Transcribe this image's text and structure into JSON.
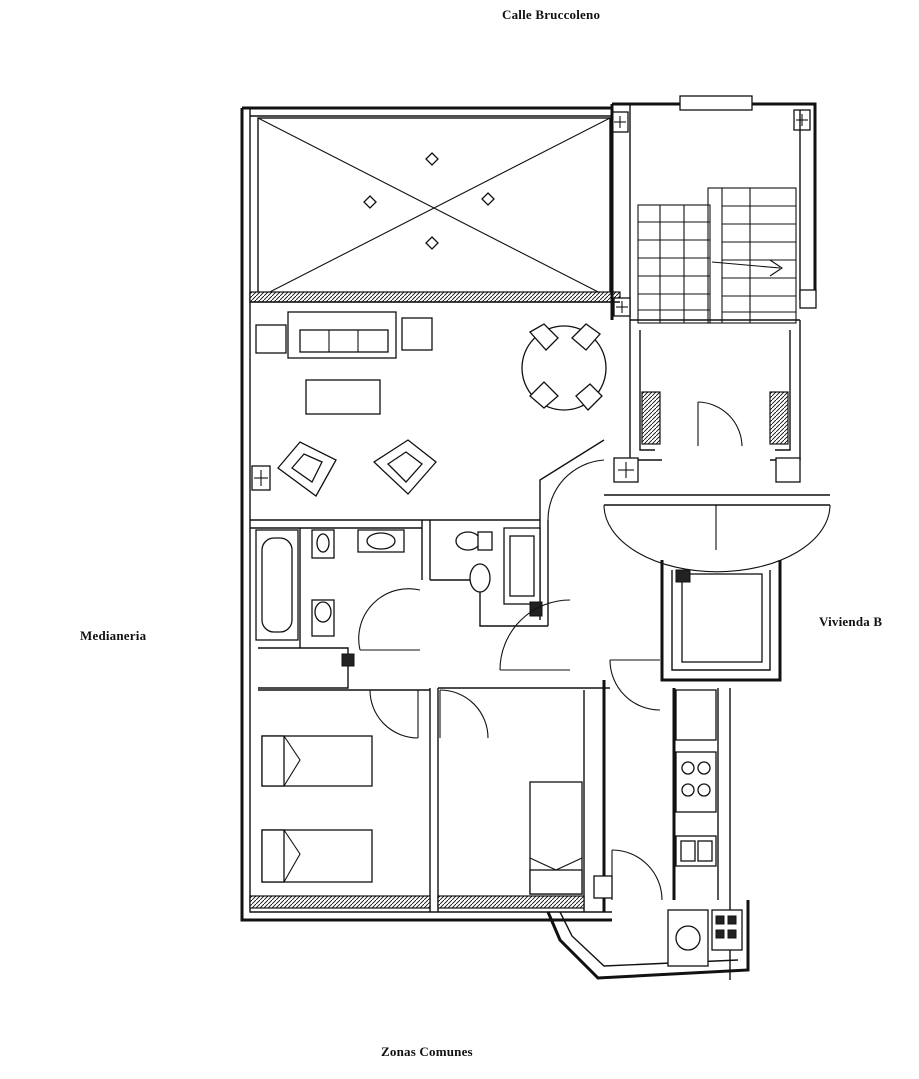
{
  "labels": {
    "top": "Calle Bruccoleno",
    "left": "Medianeria",
    "right": "Vivienda B",
    "bottom": "Zonas Comunes"
  }
}
